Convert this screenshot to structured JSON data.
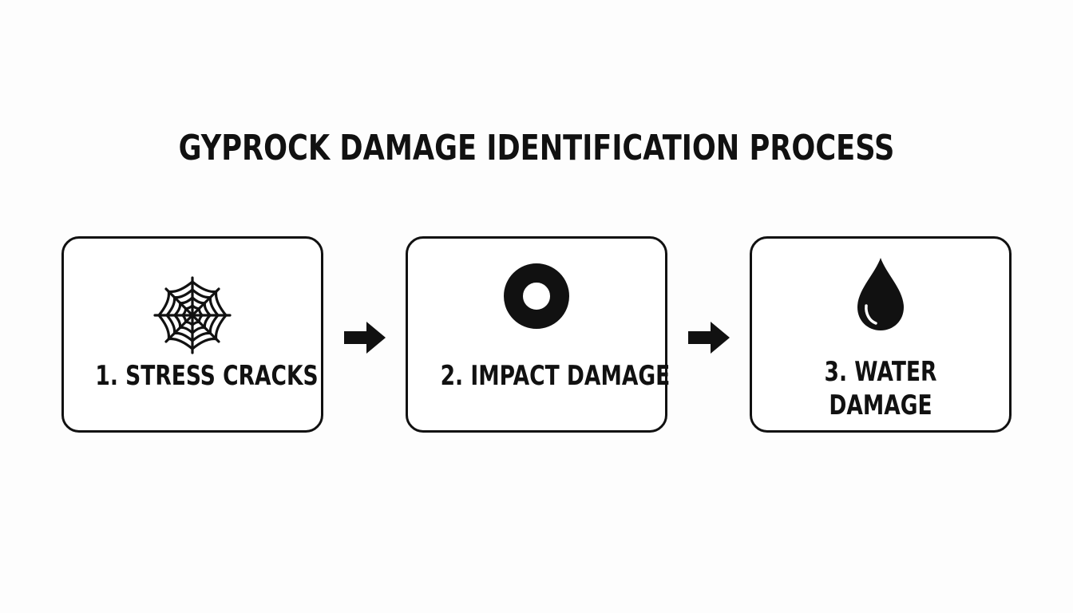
{
  "title": "GYPROCK DAMAGE IDENTIFICATION PROCESS",
  "steps": [
    {
      "label": "1. STRESS CRACKS",
      "icon": "spider-web-icon"
    },
    {
      "label": "2. IMPACT DAMAGE",
      "icon": "ring-hole-icon"
    },
    {
      "label": "3. WATER DAMAGE",
      "icon": "water-drop-icon"
    }
  ],
  "connectors": [
    {
      "icon": "arrow-right-icon"
    },
    {
      "icon": "arrow-right-icon"
    }
  ],
  "colors": {
    "ink": "#111111",
    "background": "#fdfdfd"
  }
}
